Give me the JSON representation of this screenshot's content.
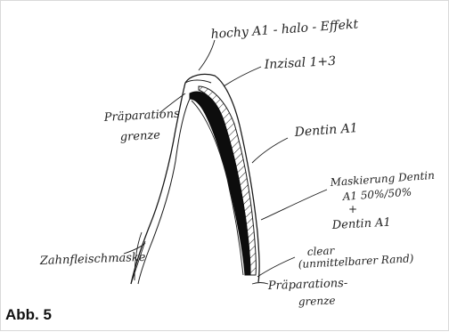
{
  "labels": {
    "halo": "hochy A1 - halo - Effekt",
    "inzisal": "Inzisal 1+3",
    "praeparationsgrenze_top_line1": "Präparations",
    "praeparationsgrenze_top_line2": "grenze",
    "dentin": "Dentin A1",
    "maskierung_line1": "Maskierung Dentin",
    "maskierung_line2": "A1 50%/50%",
    "maskierung_line3": "+",
    "maskierung_line4": "Dentin A1",
    "zahnfleisch": "Zahnfleischmaske",
    "clear_line1": "clear",
    "clear_line2": "(unmittelbarer Rand)",
    "praeparationsgrenze_bottom_line1": "Präparations-",
    "praeparationsgrenze_bottom_line2": "grenze"
  },
  "caption": "Abb. 5"
}
